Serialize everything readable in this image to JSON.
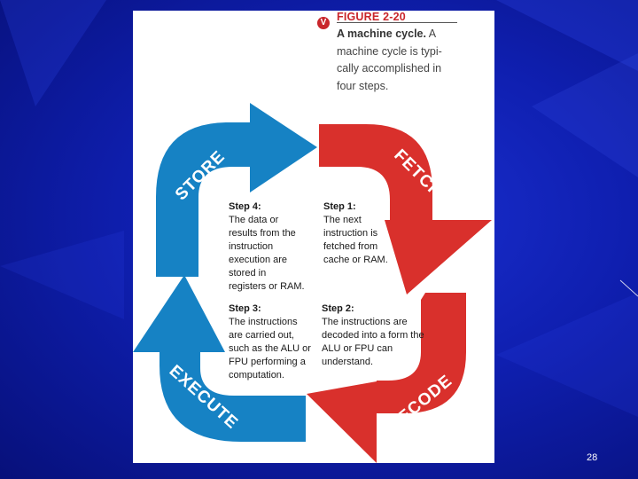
{
  "figure": {
    "badge": "V",
    "label": "FIGURE 2-20",
    "title": "A machine cycle.",
    "description": "A machine cycle is typically accomplished in four steps.",
    "desc_lines": [
      "machine cycle is typi-",
      "cally accomplished in",
      "four steps."
    ]
  },
  "cycle": {
    "fetch": "FETCH",
    "decode": "DECODE",
    "execute": "EXECUTE",
    "store": "STORE",
    "colors": {
      "red": "#d9302c",
      "blue": "#1682c4"
    }
  },
  "steps": [
    {
      "title": "Step 1:",
      "lines": [
        "The next",
        "instruction is",
        "fetched from",
        "cache or RAM."
      ]
    },
    {
      "title": "Step 2:",
      "lines": [
        "The instructions are",
        "decoded into a form the",
        "ALU or FPU can",
        "understand."
      ]
    },
    {
      "title": "Step 3:",
      "lines": [
        "The instructions",
        "are carried out,",
        "such as the ALU or",
        "FPU performing a",
        "computation."
      ]
    },
    {
      "title": "Step 4:",
      "lines": [
        "The data or",
        "results from the",
        "instruction",
        "execution are",
        "stored in",
        "registers or RAM."
      ]
    }
  ],
  "slide_number": "28"
}
